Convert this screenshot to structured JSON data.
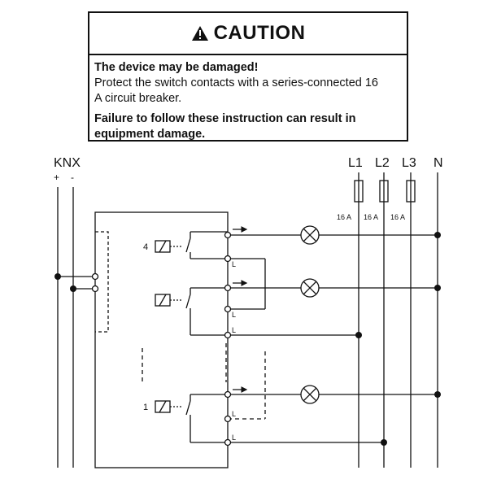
{
  "caution": {
    "title": "CAUTION",
    "icon": "warning-triangle-icon",
    "line1": "The device may be damaged!",
    "line2a": "Protect the switch contacts with a series-connected 16",
    "line2b": "A circuit breaker.",
    "line3a": "Failure to follow these instruction can result in",
    "line3b": "equipment damage."
  },
  "diagram": {
    "knx_label": "KNX",
    "knx_plus": "+",
    "knx_minus": "-",
    "phases": [
      "L1",
      "L2",
      "L3"
    ],
    "neutral": "N",
    "fuse_ratings": [
      "16 A",
      "16 A",
      "16 A"
    ],
    "relay_labels": [
      "4",
      "1"
    ],
    "terminal_label": "L"
  }
}
